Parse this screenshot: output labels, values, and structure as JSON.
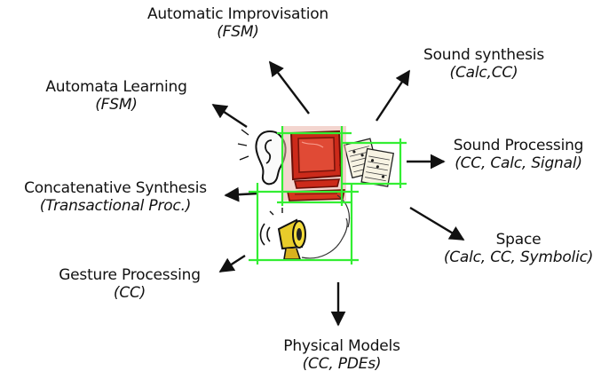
{
  "nodes": {
    "automatic_improvisation": {
      "name": "Automatic Improvisation",
      "sub": "(FSM)"
    },
    "automata_learning": {
      "name": "Automata Learning",
      "sub": "(FSM)"
    },
    "sound_synthesis": {
      "name": "Sound synthesis",
      "sub": "(Calc,CC)"
    },
    "sound_processing": {
      "name": "Sound Processing",
      "sub": "(CC, Calc, Signal)"
    },
    "concatenative_synthesis": {
      "name": "Concatenative Synthesis",
      "sub": "(Transactional Proc.)"
    },
    "space": {
      "name": "Space",
      "sub": "(Calc, CC, Symbolic)"
    },
    "gesture_processing": {
      "name": "Gesture Processing",
      "sub": "(CC)"
    },
    "physical_models": {
      "name": "Physical Models",
      "sub": "(CC, PDEs)"
    }
  },
  "colors": {
    "grid_lines": "#33ee33",
    "computer_icon": "#cc2a1a",
    "arrows": "#111111"
  },
  "icons": [
    "ear-icon",
    "computer-icon",
    "sheet-music-icon",
    "speaker-icon"
  ]
}
